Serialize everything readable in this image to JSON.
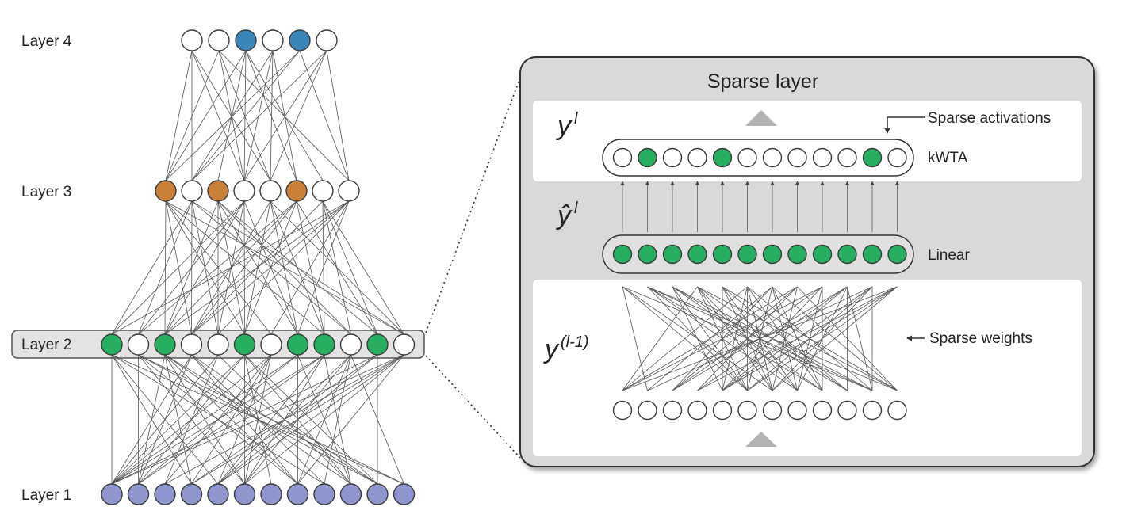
{
  "colors": {
    "empty": "#ffffff",
    "stroke": "#3a3a3a",
    "layer4_active": "#3a86b8",
    "layer3_active": "#c98038",
    "layer2_active": "#27ae60",
    "layer1": "#8e96cd",
    "panel_bg": "#d9d9d9",
    "panel_inner": "#ffffff",
    "arrow_triangle": "#b3b3b3",
    "row_highlight": "#e3e3e3"
  },
  "network": {
    "layers": [
      {
        "label": "Layer 4",
        "pattern": [
          0,
          0,
          1,
          0,
          1,
          0
        ],
        "color_key": "layer4_active"
      },
      {
        "label": "Layer 3",
        "pattern": [
          1,
          0,
          1,
          0,
          0,
          1,
          0,
          0
        ],
        "color_key": "layer3_active"
      },
      {
        "label": "Layer 2",
        "pattern": [
          1,
          0,
          1,
          0,
          0,
          1,
          0,
          1,
          1,
          0,
          1,
          0
        ],
        "color_key": "layer2_active",
        "highlighted": true
      },
      {
        "label": "Layer 1",
        "pattern": [
          1,
          1,
          1,
          1,
          1,
          1,
          1,
          1,
          1,
          1,
          1,
          1
        ],
        "color_key": "layer1"
      }
    ]
  },
  "sparse_layer": {
    "title": "Sparse layer",
    "y_l": {
      "base": "y",
      "sup": "l"
    },
    "y_hat_l": {
      "base": "ŷ",
      "sup": "l"
    },
    "y_prev": {
      "base": "y",
      "sup": "(l-1)"
    },
    "kwta_label": "kWTA",
    "linear_label": "Linear",
    "sparse_activations_label": "Sparse activations",
    "sparse_weights_label": "Sparse weights",
    "kwta_pattern": [
      0,
      1,
      0,
      0,
      1,
      0,
      0,
      0,
      0,
      0,
      1,
      0
    ],
    "linear_pattern": [
      1,
      1,
      1,
      1,
      1,
      1,
      1,
      1,
      1,
      1,
      1,
      1
    ],
    "input_pattern": [
      0,
      0,
      0,
      0,
      0,
      0,
      0,
      0,
      0,
      0,
      0,
      0
    ]
  }
}
